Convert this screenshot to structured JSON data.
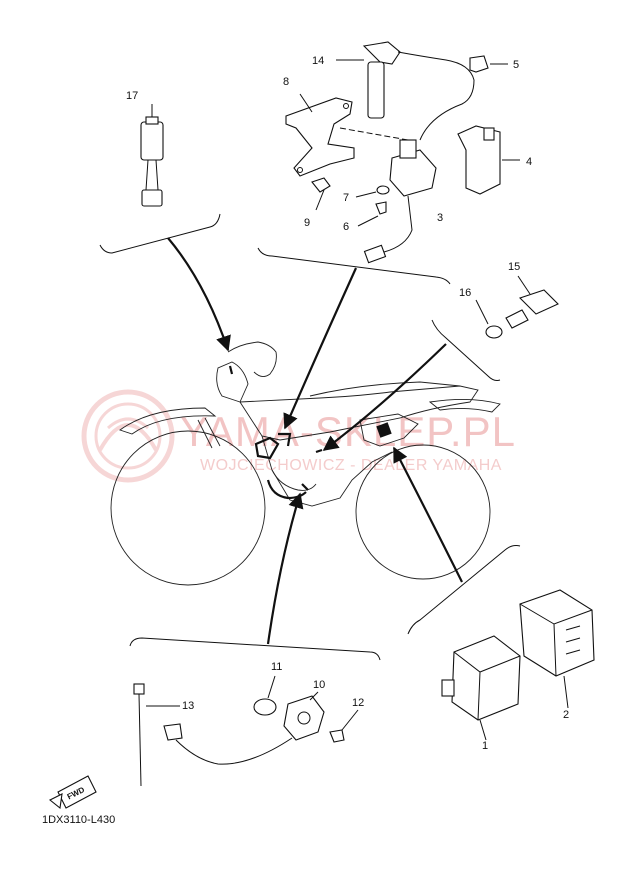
{
  "diagram": {
    "code": "1DX3110-L430",
    "forward_badge": "FWD",
    "watermark": {
      "main": "YAMA-SKLEP.PL",
      "sub": "WOJCIECHOWICZ - DEALER YAMAHA"
    },
    "callouts": {
      "p1": "1",
      "p2": "2",
      "p3": "3",
      "p4": "4",
      "p5": "5",
      "p6": "6",
      "p7": "7",
      "p8": "8",
      "p9": "9",
      "p10": "10",
      "p11": "11",
      "p12": "12",
      "p13": "13",
      "p14": "14",
      "p15": "15",
      "p16": "16",
      "p17": "17"
    },
    "colors": {
      "line": "#111111",
      "watermark": "#f2c4c4"
    }
  }
}
